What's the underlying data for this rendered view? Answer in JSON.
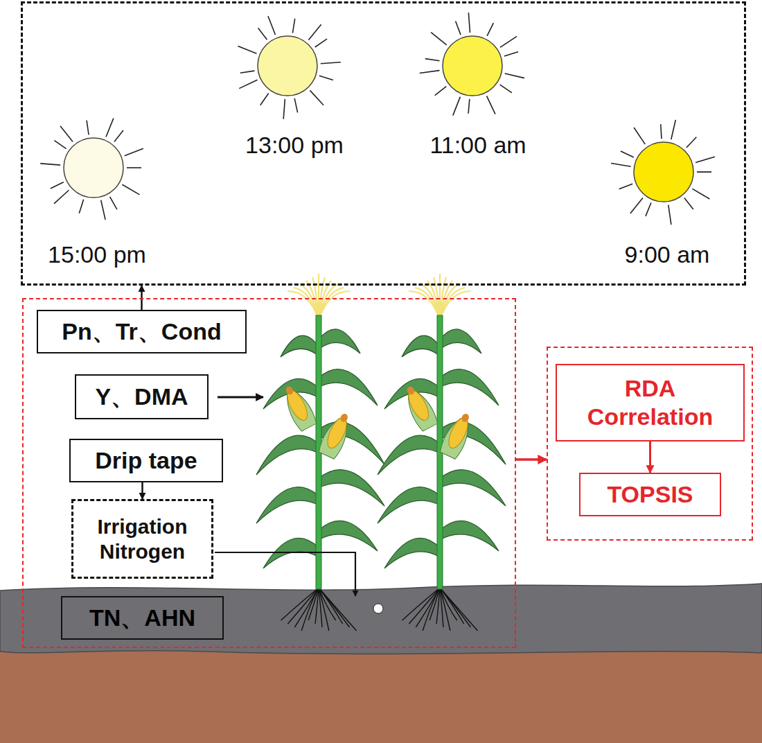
{
  "diagram": {
    "nodes": [
      {
        "text": [
          "15:00 pm",
          "13:00 pm",
          "11:00 am",
          "9:00 am"
        ]
      },
      {
        "text": []
      },
      {
        "text": [
          "Pn、Tr、Cond"
        ],
        "in": 1
      },
      {
        "text": [
          "Y、DMA"
        ],
        "in": 1
      },
      {
        "text": [
          "Drip tape"
        ],
        "in": 1
      },
      {
        "text": [
          "Irrigation Nitrogen"
        ],
        "in": 1
      },
      {
        "text": [
          "TN、AHN"
        ],
        "in": 1
      },
      {
        "text": []
      },
      {
        "text": [
          "RDA Correlation"
        ],
        "in": 7
      },
      {
        "text": [
          "TOPSIS"
        ],
        "in": 7
      }
    ],
    "edges": [
      {
        "from": 2,
        "to": 0,
        "arrow": "to"
      },
      {
        "from": 4,
        "to": 5,
        "arrow": "to"
      },
      {
        "from": 1,
        "to": 7,
        "arrow": "to"
      },
      {
        "from": 8,
        "to": 9,
        "arrow": "to"
      }
    ]
  }
}
